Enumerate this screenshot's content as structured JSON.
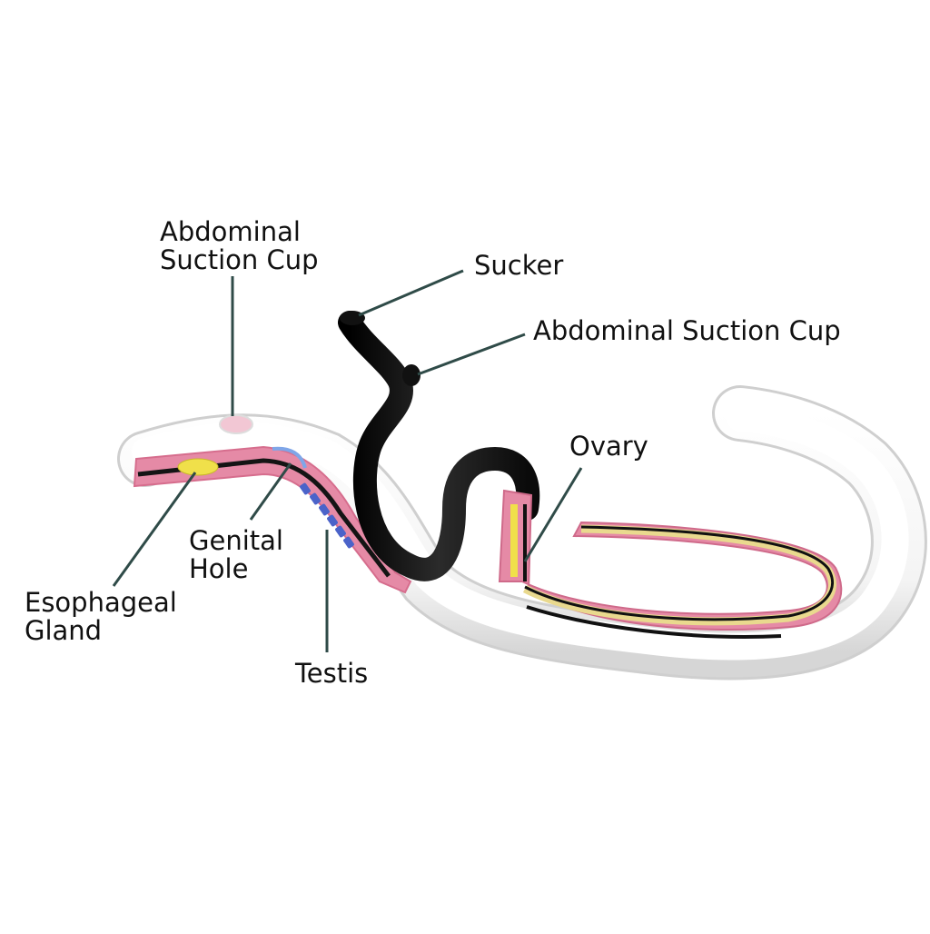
{
  "labels": {
    "abdominal_suction_cup_left": {
      "line1": "Abdominal",
      "line2": "Suction Cup"
    },
    "sucker": "Sucker",
    "abdominal_suction_cup_right": "Abdominal Suction Cup",
    "ovary": "Ovary",
    "genital_hole": {
      "line1": "Genital",
      "line2": "Hole"
    },
    "esophageal_gland": {
      "line1": "Esophageal",
      "line2": "Gland"
    },
    "testis": "Testis"
  },
  "colors": {
    "body_white": "#ffffff",
    "body_shadow": "#c9c9c9",
    "female_black": "#1b1b1b",
    "pink_tissue": "#e58aa6",
    "yellow_gland": "#f0e04a",
    "blue_testis": "#4b63c9",
    "leader_line": "#2f4b48"
  }
}
